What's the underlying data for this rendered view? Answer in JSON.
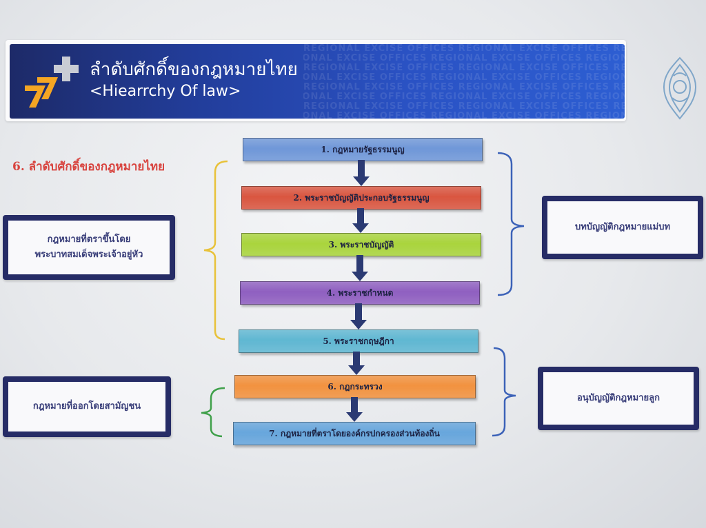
{
  "header": {
    "title_th": "ลำดับศักดิ์ของกฎหมายไทย",
    "title_en": "<Hiearrchy Of law>",
    "pattern_text": "REGIONAL EXCISE OFFICES",
    "colors": {
      "banner_dark": "#1d2a68",
      "banner_light": "#2d5ed2",
      "chevron": "#f5a623",
      "plus": "#c9ccd4"
    }
  },
  "icons": {
    "logo": "chevron-plus-logo-icon",
    "emblem": "excise-emblem-icon",
    "arrow": "arrow-down-icon"
  },
  "section_title": "6. ลำดับศักดิ์ของกฎหมายไทย",
  "levels": [
    {
      "label": "1. กฎหมายรัฐธรรมนูญ",
      "color": "#6f97d8"
    },
    {
      "label": "2. พระราชบัญญัติประกอบรัฐธรรมนูญ",
      "color": "#d9553f"
    },
    {
      "label": "3. พระราชบัญญัติ",
      "color": "#a9d43c"
    },
    {
      "label": "4. พระราชกำหนด",
      "color": "#8f5fc0"
    },
    {
      "label": "5. พระราชกฤษฎีกา",
      "color": "#5fb7d2"
    },
    {
      "label": "6. กฎกระทรวง",
      "color": "#f2923f"
    },
    {
      "label": "7. กฎหมายที่ตราโดยองค์กรปกครองส่วนท้องถิ่น",
      "color": "#67a6dc"
    }
  ],
  "side_boxes": {
    "king": {
      "line1": "กฎหมายที่ตราขึ้นโดย",
      "line2": "พระบาทสมเด็จพระเจ้าอยู่หัว"
    },
    "commoner": "กฎหมายที่ออกโดยสามัญชน",
    "parent_law": "บทบัญญัติกฎหมายแม่บท",
    "subordinate_law": "อนุบัญญัติกฎหมายลูก"
  },
  "bracket_colors": {
    "king": "#e8c23a",
    "commoner": "#3fa04a",
    "right": "#3c62b8"
  }
}
